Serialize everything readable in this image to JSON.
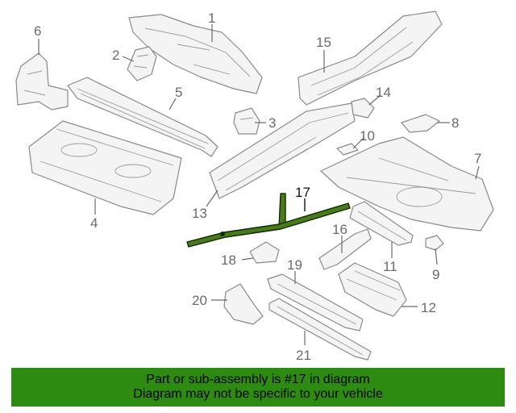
{
  "diagram": {
    "highlighted_part": "17",
    "callouts": [
      "1",
      "2",
      "3",
      "4",
      "5",
      "6",
      "7",
      "8",
      "9",
      "10",
      "11",
      "12",
      "13",
      "14",
      "15",
      "16",
      "17",
      "18",
      "19",
      "20",
      "21"
    ]
  },
  "banner": {
    "line1": "Part or sub-assembly is #17 in diagram",
    "line2": "Diagram may not be specific to your vehicle",
    "color": "#2e8b12"
  },
  "highlight_color": "#4a7a1a"
}
